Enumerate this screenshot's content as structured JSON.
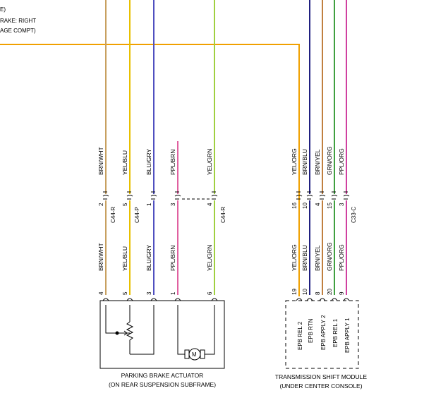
{
  "top_note": [
    "E)",
    "RAKE: RIGHT",
    "AGE COMPT)"
  ],
  "colors": {
    "orange": "#f0a000",
    "tan": "#c8a060",
    "yellow": "#e8c000",
    "blue": "#5050c0",
    "pink": "#e060a0",
    "green": "#a0d040",
    "navy": "#202080",
    "brown": "#c08040",
    "darkgreen": "#40a040",
    "magenta": "#d040a0"
  },
  "left_wires": [
    {
      "upper": "BRN/WHT",
      "lower": "BRN/WHT",
      "conn_pin": "2",
      "module_pin": "4",
      "color": "tan"
    },
    {
      "upper": "YEL/BLU",
      "lower": "YEL/BLU",
      "conn_pin": "5",
      "module_pin": "5",
      "color": "yellow"
    },
    {
      "upper": "BLU/GRY",
      "lower": "BLU/GRY",
      "conn_pin": "1",
      "module_pin": "3",
      "color": "blue"
    },
    {
      "upper": "PPL/BRN",
      "lower": "PPL/BRN",
      "conn_pin": "3",
      "module_pin": "1",
      "color": "pink"
    },
    {
      "upper": "YEL/GRN",
      "lower": "YEL/GRN",
      "conn_pin": "4",
      "module_pin": "6",
      "color": "green"
    }
  ],
  "left_connectors": [
    "C44-R",
    "C44-P",
    "C44-R"
  ],
  "right_wires": [
    {
      "upper": "YEL/ORG",
      "lower": "YEL/ORG",
      "conn_pin": "16",
      "module_pin": "19",
      "func": "EPB REL 2",
      "color": "orange"
    },
    {
      "upper": "BRN/BLU",
      "lower": "BRN/BLU",
      "conn_pin": "10",
      "module_pin": "10",
      "func": "EPB RTN",
      "color": "navy"
    },
    {
      "upper": "BRN/YEL",
      "lower": "BRN/YEL",
      "conn_pin": "4",
      "module_pin": "8",
      "func": "EPB APPLY 2",
      "color": "brown"
    },
    {
      "upper": "GRN/ORG",
      "lower": "GRN/ORG",
      "conn_pin": "15",
      "module_pin": "20",
      "func": "EPB REL 1",
      "color": "darkgreen"
    },
    {
      "upper": "PPL/ORG",
      "lower": "PPL/ORG",
      "conn_pin": "3",
      "module_pin": "9",
      "func": "EPB APPLY 1",
      "color": "magenta"
    }
  ],
  "right_connector": "C33-C",
  "motor_symbol": "M",
  "actuator": {
    "title": "PARKING BRAKE ACTUATOR",
    "location": "(ON REAR SUSPENSION SUBFRAME)"
  },
  "module": {
    "title": "TRANSMISSION SHIFT MODULE",
    "location": "(UNDER CENTER CONSOLE)"
  }
}
